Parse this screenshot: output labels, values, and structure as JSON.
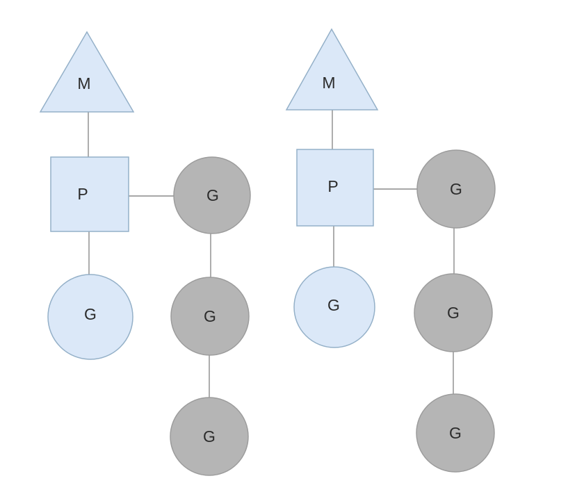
{
  "colors": {
    "background": "#ffffff",
    "blue_fill": "#dbe8f8",
    "blue_stroke": "#94b0c8",
    "gray_fill": "#b5b5b5",
    "gray_stroke": "#9c9c9c",
    "edge": "#8a8a8a",
    "label": "#2b2b2b"
  },
  "trees": [
    {
      "name": "left",
      "nodes": [
        {
          "label": "M",
          "shape": "triangle",
          "color": "blue"
        },
        {
          "label": "P",
          "shape": "square",
          "color": "blue"
        },
        {
          "label": "G",
          "shape": "circle",
          "color": "blue"
        },
        {
          "label": "G",
          "shape": "circle",
          "color": "gray"
        },
        {
          "label": "G",
          "shape": "circle",
          "color": "gray"
        },
        {
          "label": "G",
          "shape": "circle",
          "color": "gray"
        }
      ],
      "edges": [
        [
          0,
          1
        ],
        [
          1,
          2
        ],
        [
          1,
          3
        ],
        [
          3,
          4
        ],
        [
          4,
          5
        ]
      ]
    },
    {
      "name": "right",
      "nodes": [
        {
          "label": "M",
          "shape": "triangle",
          "color": "blue"
        },
        {
          "label": "P",
          "shape": "square",
          "color": "blue"
        },
        {
          "label": "G",
          "shape": "circle",
          "color": "blue"
        },
        {
          "label": "G",
          "shape": "circle",
          "color": "gray"
        },
        {
          "label": "G",
          "shape": "circle",
          "color": "gray"
        },
        {
          "label": "G",
          "shape": "circle",
          "color": "gray"
        }
      ],
      "edges": [
        [
          0,
          1
        ],
        [
          1,
          2
        ],
        [
          1,
          3
        ],
        [
          3,
          4
        ],
        [
          4,
          5
        ]
      ]
    }
  ]
}
